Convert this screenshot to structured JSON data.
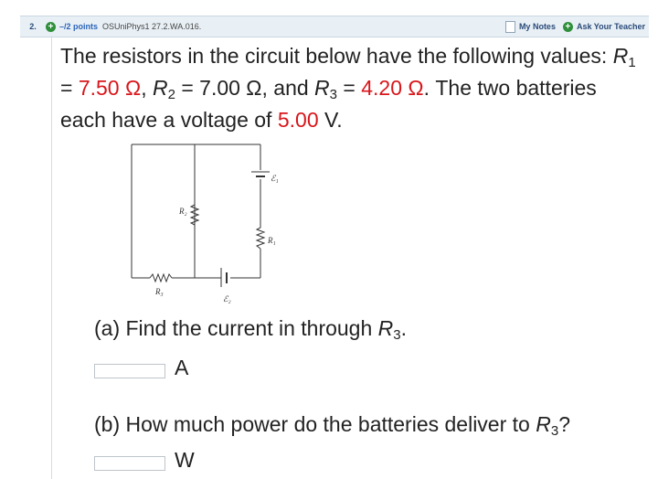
{
  "header": {
    "question_number": "2.",
    "points": "–/2 points",
    "source": "OSUniPhys1 27.2.WA.016.",
    "my_notes": "My Notes",
    "ask_teacher": "Ask Your Teacher"
  },
  "prompt": {
    "t1": "The resistors in the circuit below have the following values: ",
    "r1_sym": "R",
    "r1_sub": "1",
    "eq": " = ",
    "r1_val": "7.50 Ω",
    "comma1": ", ",
    "r2_sym": "R",
    "r2_sub": "2",
    "r2_val": " = 7.00 Ω",
    "and": ", and ",
    "r3_sym": "R",
    "r3_sub": "3",
    "r3_val": "4.20 Ω",
    "t2": ". The two batteries each have a voltage of ",
    "voltage": "5.00",
    "t3": " V."
  },
  "circuit": {
    "labels": {
      "e1": "ℰ₁",
      "r2": "R₂",
      "r1": "R₁",
      "r3": "R₃",
      "e2": "ℰ₂"
    }
  },
  "part_a": {
    "text": "(a) Find the current in through ",
    "sym": "R",
    "sub": "3",
    "end": ".",
    "unit": "A",
    "value": ""
  },
  "part_b": {
    "text": "(b) How much power do the batteries deliver to ",
    "sym": "R",
    "sub": "3",
    "end": "?",
    "unit": "W",
    "value": ""
  },
  "colors": {
    "highlight": "#d8161b",
    "header_bg": "#e8f0f6",
    "link": "#2b4a78"
  }
}
